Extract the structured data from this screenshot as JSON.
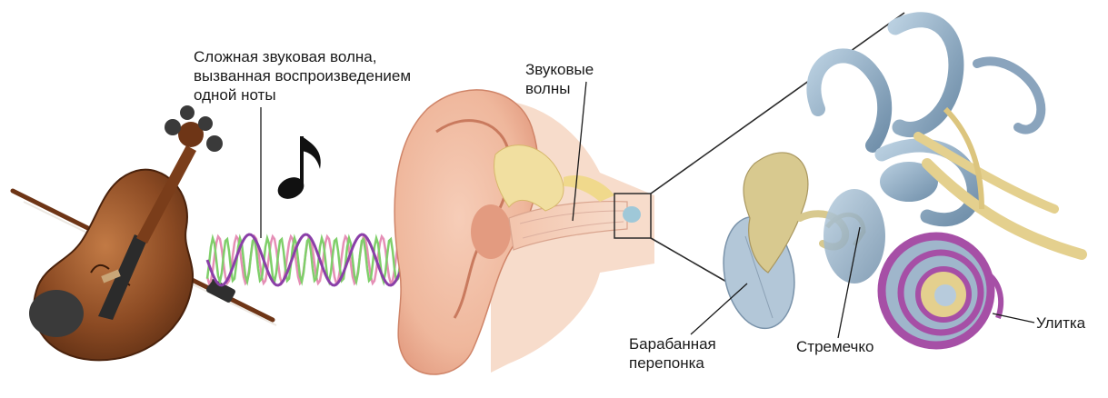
{
  "labels": {
    "complex_wave": [
      "Сложная звуковая волна,",
      "вызванная воспроизведением",
      "одной ноты"
    ],
    "sound_waves": [
      "Звуковые",
      "волны"
    ],
    "eardrum": [
      "Барабанная",
      "перепонка"
    ],
    "stapes": "Стремечко",
    "cochlea": "Улитка"
  },
  "icons": {
    "instrument": "violin-icon",
    "note": "music-note-icon",
    "ear": "outer-ear-icon",
    "inner_ear": "inner-ear-icon"
  },
  "colors": {
    "wave_purple": "#8a3fa8",
    "wave_green": "#7fcf6a",
    "wave_pink": "#e58fb6",
    "violin_wood": "#8b4a23",
    "skin": "#efb79c",
    "ossicle": "#d8c98f",
    "labyrinth": "#8fa9c2",
    "cochlea_band": "#a64fa6"
  }
}
